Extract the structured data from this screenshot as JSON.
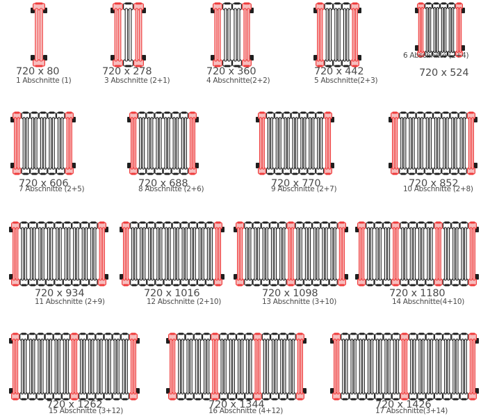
{
  "colors": {
    "black_section": "#1f1f1f",
    "red_section": "#ef3b3b",
    "red_fill": "#f7bdbd",
    "text": "#4a4a4a"
  },
  "radiators": [
    {
      "dimension": "720 x 80",
      "caption": "1 Abschnitte (1)",
      "sections": 1,
      "red_sections": [
        1
      ]
    },
    {
      "dimension": "720 x 278",
      "caption": "3 Abschnitte (2+1)",
      "sections": 3,
      "red_sections": [
        1,
        3
      ]
    },
    {
      "dimension": "720 x 360",
      "caption": "4 Abschnitte(2+2)",
      "sections": 4,
      "red_sections": [
        1,
        4
      ]
    },
    {
      "dimension": "720 x 442",
      "caption": "5 Abschnitte(2+3)",
      "sections": 5,
      "red_sections": [
        1,
        5
      ]
    },
    {
      "dimension": "720 x 524",
      "caption": "6 Abschnitte (2+4)",
      "sections": 6,
      "red_sections": [
        1,
        6
      ]
    },
    {
      "dimension": "720 x 606",
      "caption": "7 Abschnitte (2+5)",
      "sections": 7,
      "red_sections": [
        1,
        7
      ]
    },
    {
      "dimension": "720 x 688",
      "caption": "8 Abschnitte (2+6)",
      "sections": 8,
      "red_sections": [
        1,
        8
      ]
    },
    {
      "dimension": "720 x 770",
      "caption": "9 Abschnitte (2+7)",
      "sections": 9,
      "red_sections": [
        1,
        9
      ]
    },
    {
      "dimension": "720 x 852",
      "caption": "10 Abschnitte (2+8)",
      "sections": 10,
      "red_sections": [
        1,
        10
      ]
    },
    {
      "dimension": "720 x 934",
      "caption": "11 Abschnitte (2+9)",
      "sections": 11,
      "red_sections": [
        1,
        11
      ]
    },
    {
      "dimension": "720 x 1016",
      "caption": "12 Abschnitte (2+10)",
      "sections": 12,
      "red_sections": [
        1,
        12
      ]
    },
    {
      "dimension": "720 x 1098",
      "caption": "13 Abschnitte (3+10)",
      "sections": 13,
      "red_sections": [
        1,
        7,
        13
      ]
    },
    {
      "dimension": "720 x 1180",
      "caption": "14 Abschnitte(4+10)",
      "sections": 14,
      "red_sections": [
        1,
        5,
        10,
        14
      ]
    },
    {
      "dimension": "720 x 1262",
      "caption": "15 Abschnitte (3+12)",
      "sections": 15,
      "red_sections": [
        1,
        8,
        15
      ]
    },
    {
      "dimension": "720 x 1344",
      "caption": "16 Abschnitte (4+12)",
      "sections": 16,
      "red_sections": [
        1,
        6,
        11,
        16
      ]
    },
    {
      "dimension": "720 x 1426",
      "caption": "17 Abschnitte(3+14)",
      "sections": 17,
      "red_sections": [
        1,
        9,
        17
      ]
    }
  ]
}
